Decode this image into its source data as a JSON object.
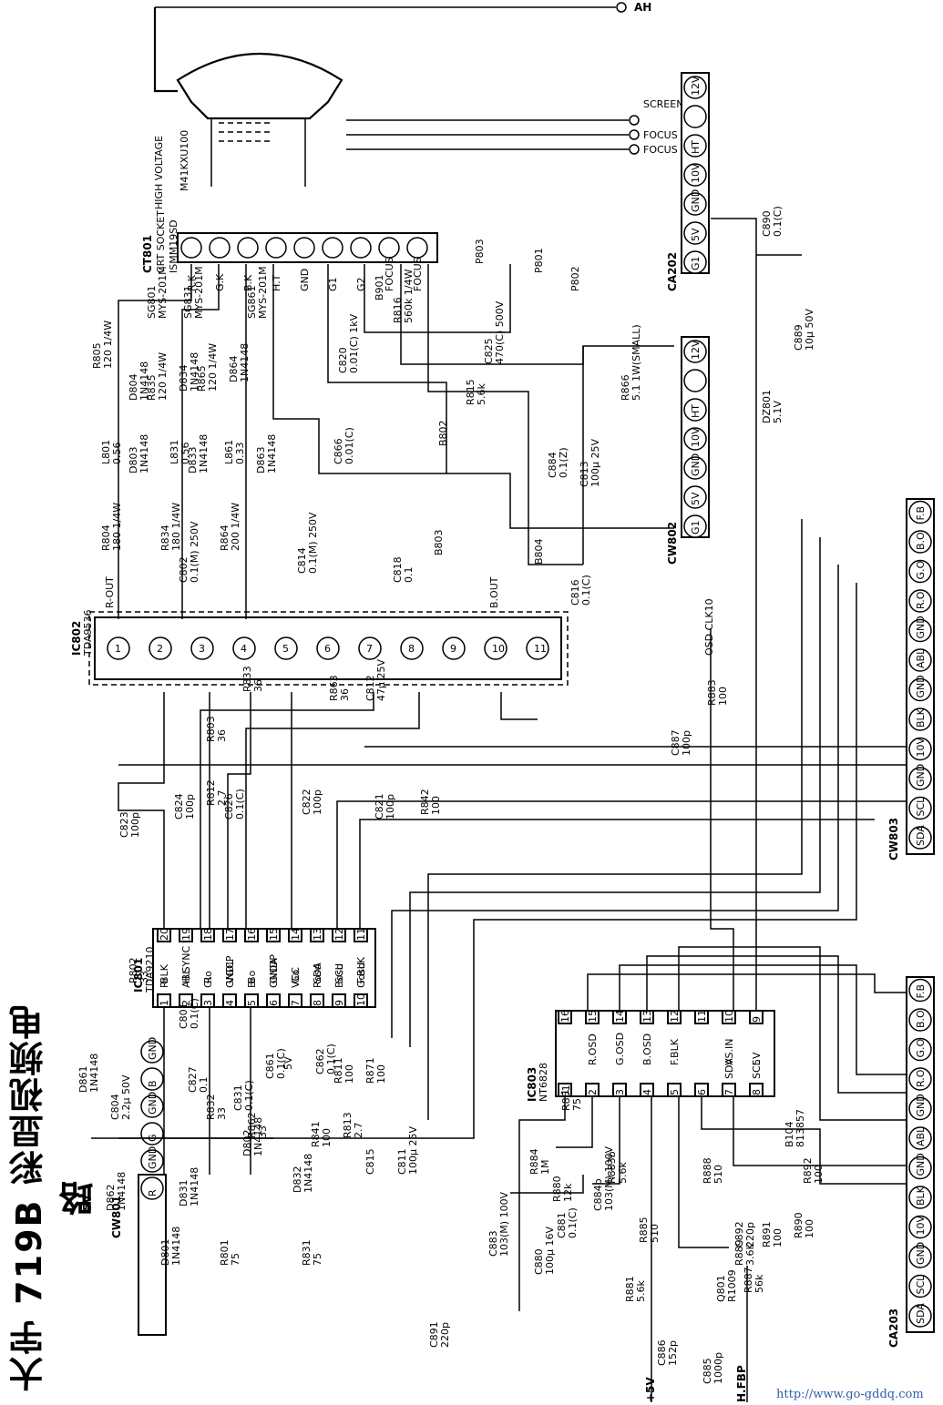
{
  "title": "大宇 719B 彩显视频电路",
  "source": "http://www.go-gddq.com",
  "crt": {
    "model": "M41KXU100",
    "hv_label": "HIGH VOLTAGE",
    "anode": "AH",
    "socket_ref": "CT801",
    "socket_name": "CRT SOCKET",
    "socket_part": "ISMM19SD",
    "socket_pins": [
      "R.K",
      "G.K",
      "B.K",
      "H.T",
      "GND",
      "G1",
      "G2",
      "FOCUS",
      "FOCUS"
    ]
  },
  "outputs": {
    "screen": "SCREEN",
    "focus1": "FOCUS",
    "focus2": "FOCUS"
  },
  "ca202": {
    "ref": "CA202",
    "pins": [
      "G1",
      "5V",
      "GND",
      "10V",
      "HT",
      "",
      "12V"
    ]
  },
  "cw802": {
    "ref": "CW802",
    "pins": [
      "G1",
      "5V",
      "GND",
      "10V",
      "HT",
      "",
      "12V"
    ]
  },
  "cw803": {
    "ref": "CW803",
    "pins": [
      "SDA",
      "SCL",
      "GND",
      "10V",
      "BLK",
      "GND",
      "ABL",
      "GND",
      "R.O",
      "G.O",
      "B.O",
      "F.B"
    ]
  },
  "ca203": {
    "ref": "CA203",
    "pins": [
      "SDA",
      "SCL",
      "GND",
      "10V",
      "BLK",
      "GND",
      "ABL",
      "GND",
      "R.O",
      "G.O",
      "B.O",
      "F.B"
    ]
  },
  "cw801": {
    "ref": "CW801",
    "pins": [
      "R",
      "GND",
      "G",
      "GND",
      "B",
      "GND"
    ]
  },
  "ic802": {
    "ref": "IC802",
    "part": "TDA9536",
    "pins": [
      "1",
      "2",
      "3",
      "4",
      "5",
      "6",
      "7",
      "8",
      "9",
      "10",
      "11"
    ],
    "out_r": "R-OUT",
    "out_b": "B.OUT"
  },
  "ic801": {
    "ref": "IC801",
    "part": "TDA9210",
    "top_pins": [
      {
        "num": "20",
        "name": "BLK"
      },
      {
        "num": "19",
        "name": "H.SYNC"
      },
      {
        "num": "18",
        "name": "Ro"
      },
      {
        "num": "17",
        "name": "VGCP"
      },
      {
        "num": "16",
        "name": "Bo"
      },
      {
        "num": "15",
        "name": "GNDP"
      },
      {
        "num": "14",
        "name": "Go"
      },
      {
        "num": "13",
        "name": "SDA"
      },
      {
        "num": "12",
        "name": "SCL"
      },
      {
        "num": "11",
        "name": "F.BLK"
      }
    ],
    "bottom_pins": [
      {
        "num": "1",
        "name": "Ri"
      },
      {
        "num": "2",
        "name": "ABL"
      },
      {
        "num": "3",
        "name": "Gi"
      },
      {
        "num": "4",
        "name": "GNDL"
      },
      {
        "num": "5",
        "name": "Bi"
      },
      {
        "num": "6",
        "name": "GNDA"
      },
      {
        "num": "7",
        "name": "VCC"
      },
      {
        "num": "8",
        "name": "Rosd"
      },
      {
        "num": "9",
        "name": "Bosd"
      },
      {
        "num": "10",
        "name": "Gosd"
      }
    ],
    "vcc_note": "5V"
  },
  "ic803": {
    "ref": "IC803",
    "part": "NT6828",
    "top_pins": [
      {
        "num": "16",
        "name": ""
      },
      {
        "num": "15",
        "name": "R.OSD"
      },
      {
        "num": "14",
        "name": "G.OSD"
      },
      {
        "num": "13",
        "name": "B.OSD"
      },
      {
        "num": "12",
        "name": "F.BLK"
      },
      {
        "num": "11",
        "name": ""
      },
      {
        "num": "10",
        "name": "VS.IN"
      },
      {
        "num": "9",
        "name": "5V"
      }
    ],
    "bottom_pins": [
      {
        "num": "1",
        "name": ""
      },
      {
        "num": "2",
        "name": ""
      },
      {
        "num": "3",
        "name": ""
      },
      {
        "num": "4",
        "name": ""
      },
      {
        "num": "5",
        "name": ""
      },
      {
        "num": "6",
        "name": ""
      },
      {
        "num": "7",
        "name": "SDA"
      },
      {
        "num": "8",
        "name": "SCL"
      }
    ]
  },
  "power_labels": {
    "v5_top": "5V",
    "v5_bottom": "+5V",
    "hfbp": "H.FBP",
    "osd_clk": "OSD CLK10"
  },
  "components": [
    {
      "ref": "R805",
      "value": "120 1/4W"
    },
    {
      "ref": "D804",
      "value": "1N4148"
    },
    {
      "ref": "R835",
      "value": "120 1/4W"
    },
    {
      "ref": "D834",
      "value": "1N4148"
    },
    {
      "ref": "R865",
      "value": "120 1/4W"
    },
    {
      "ref": "D864",
      "value": "1N4148"
    },
    {
      "ref": "SG801",
      "value": "MYS-201M"
    },
    {
      "ref": "SG831",
      "value": "MYS-201M"
    },
    {
      "ref": "SG861",
      "value": "MYS-201M"
    },
    {
      "ref": "L801",
      "value": "0.56"
    },
    {
      "ref": "L831",
      "value": "0.56"
    },
    {
      "ref": "L861",
      "value": "0.33"
    },
    {
      "ref": "D803",
      "value": "1N4148"
    },
    {
      "ref": "D833",
      "value": "1N4148"
    },
    {
      "ref": "D863",
      "value": "1N4148"
    },
    {
      "ref": "R804",
      "value": "180 1/4W"
    },
    {
      "ref": "R834",
      "value": "180 1/4W"
    },
    {
      "ref": "R864",
      "value": "200 1/4W"
    },
    {
      "ref": "C802",
      "value": "0.1(M) 250V"
    },
    {
      "ref": "C814",
      "value": "0.1(M) 250V"
    },
    {
      "ref": "C818",
      "value": "0.1"
    },
    {
      "ref": "C866",
      "value": "0.01(C)"
    },
    {
      "ref": "C820",
      "value": "0.01(C) 1kV"
    },
    {
      "ref": "C825",
      "value": "470(C) 500V"
    },
    {
      "ref": "B901",
      "value": ""
    },
    {
      "ref": "R816",
      "value": "560k 1/4W"
    },
    {
      "ref": "R815",
      "value": "5.6k"
    },
    {
      "ref": "R866",
      "value": "5.1 1W(SMALL)"
    },
    {
      "ref": "B802",
      "value": ""
    },
    {
      "ref": "B803",
      "value": ""
    },
    {
      "ref": "B804",
      "value": ""
    },
    {
      "ref": "C884",
      "value": "0.1(Z)"
    },
    {
      "ref": "C813",
      "value": "100μ 25V"
    },
    {
      "ref": "C816",
      "value": "0.1(C)"
    },
    {
      "ref": "C890",
      "value": "0.1(C)"
    },
    {
      "ref": "C889",
      "value": "10μ 50V"
    },
    {
      "ref": "DZ801",
      "value": "5.1V"
    },
    {
      "ref": "P801",
      "value": ""
    },
    {
      "ref": "P802",
      "value": ""
    },
    {
      "ref": "P803",
      "value": ""
    },
    {
      "ref": "R803",
      "value": "36"
    },
    {
      "ref": "R833",
      "value": "36"
    },
    {
      "ref": "R863",
      "value": "36"
    },
    {
      "ref": "C812",
      "value": "47μ 25V"
    },
    {
      "ref": "R883",
      "value": "100"
    },
    {
      "ref": "C887",
      "value": "100p"
    },
    {
      "ref": "C823",
      "value": "100p"
    },
    {
      "ref": "C824",
      "value": "100p"
    },
    {
      "ref": "R812",
      "value": "2.7"
    },
    {
      "ref": "C826",
      "value": "0.1(C)"
    },
    {
      "ref": "C822",
      "value": "100p"
    },
    {
      "ref": "C821",
      "value": "100p"
    },
    {
      "ref": "R842",
      "value": "100"
    },
    {
      "ref": "R802",
      "value": "33"
    },
    {
      "ref": "C801",
      "value": "0.1(C)"
    },
    {
      "ref": "C827",
      "value": "0.1"
    },
    {
      "ref": "R832",
      "value": "33"
    },
    {
      "ref": "C831",
      "value": "0.1(C)"
    },
    {
      "ref": "R862",
      "value": "33"
    },
    {
      "ref": "C861",
      "value": "0.1(C)"
    },
    {
      "ref": "C862",
      "value": "0.1(C)"
    },
    {
      "ref": "R811",
      "value": "100"
    },
    {
      "ref": "R871",
      "value": "100"
    },
    {
      "ref": "R841",
      "value": "100"
    },
    {
      "ref": "R813",
      "value": "2.7"
    },
    {
      "ref": "C815",
      "value": ""
    },
    {
      "ref": "C811",
      "value": "100μ 25V"
    },
    {
      "ref": "C804",
      "value": "2.2μ 50V"
    },
    {
      "ref": "D861",
      "value": "1N4148"
    },
    {
      "ref": "D831",
      "value": "1N4148"
    },
    {
      "ref": "D802",
      "value": "1N4148"
    },
    {
      "ref": "D832",
      "value": "1N4148"
    },
    {
      "ref": "D862",
      "value": "1N4148"
    },
    {
      "ref": "D801",
      "value": "1N4148"
    },
    {
      "ref": "R801",
      "value": "75"
    },
    {
      "ref": "R831",
      "value": "75"
    },
    {
      "ref": "R861",
      "value": "75"
    },
    {
      "ref": "R883b",
      "value": "5.6k"
    },
    {
      "ref": "R884",
      "value": "1M"
    },
    {
      "ref": "R880",
      "value": "12k"
    },
    {
      "ref": "C884b",
      "value": "103(M) 100V"
    },
    {
      "ref": "C883",
      "value": "103(M) 100V"
    },
    {
      "ref": "C880",
      "value": "100μ 16V"
    },
    {
      "ref": "C881",
      "value": "0.1(C)"
    },
    {
      "ref": "R881",
      "value": "5.6k"
    },
    {
      "ref": "R885",
      "value": "510"
    },
    {
      "ref": "R888",
      "value": "510"
    },
    {
      "ref": "Q801",
      "value": "R1009"
    },
    {
      "ref": "R887",
      "value": "56k"
    },
    {
      "ref": "R889",
      "value": "3.6K"
    },
    {
      "ref": "C885",
      "value": "1000p"
    },
    {
      "ref": "C886",
      "value": "152p"
    },
    {
      "ref": "B104",
      "value": "813857"
    },
    {
      "ref": "R892",
      "value": "100"
    },
    {
      "ref": "C892",
      "value": "220p"
    },
    {
      "ref": "R891",
      "value": "100"
    },
    {
      "ref": "R890",
      "value": "100"
    },
    {
      "ref": "C891",
      "value": "220p"
    }
  ]
}
